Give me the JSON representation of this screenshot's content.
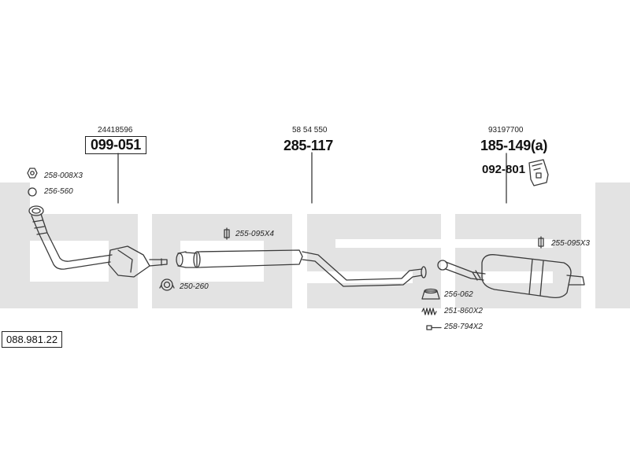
{
  "diagram": {
    "reference": "088.981.22",
    "watermark_color": "#e3e3e3",
    "line_color": "#3a3a3a",
    "assemblies": [
      {
        "part_no": "099-051",
        "oe_no": "24418596",
        "boxed": true
      },
      {
        "part_no": "285-117",
        "oe_no": "58 54 550",
        "boxed": false
      },
      {
        "part_no": "185-149(a)",
        "oe_no": "93197700",
        "boxed": false
      }
    ],
    "sub_part": {
      "part_no": "092-801",
      "icon": "mounting-bracket-icon"
    },
    "accessories": [
      {
        "label": "258-008X3",
        "icon": "nut-icon"
      },
      {
        "label": "256-560",
        "icon": "o-ring-icon"
      },
      {
        "label": "255-095X4",
        "icon": "clamp-icon"
      },
      {
        "label": "250-260",
        "icon": "gasket-ring-icon"
      },
      {
        "label": "255-095X3",
        "icon": "clamp-icon"
      },
      {
        "label": "256-062",
        "icon": "sealing-ring-icon"
      },
      {
        "label": "251-860X2",
        "icon": "spring-icon"
      },
      {
        "label": "258-794X2",
        "icon": "bolt-icon"
      }
    ]
  }
}
